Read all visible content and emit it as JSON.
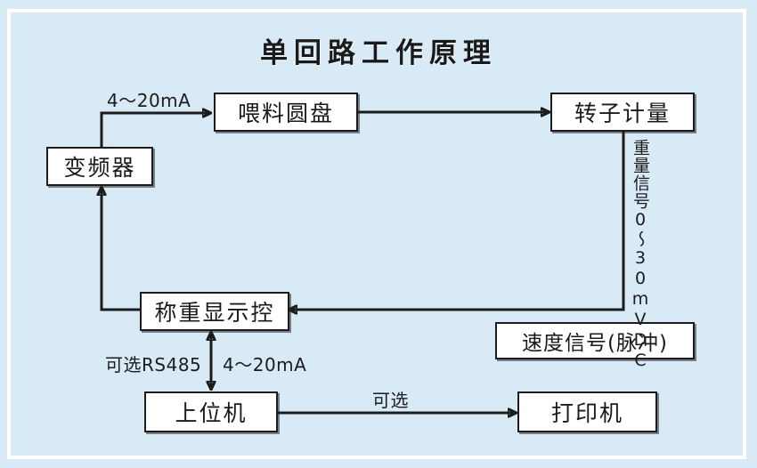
{
  "title": "单回路工作原理",
  "theme": {
    "background": "#d9eaf7",
    "frame": "#ffffff",
    "box_fill": "#ffffff",
    "stroke": "#1c1c1c"
  },
  "boxes": [
    {
      "id": "inverter",
      "label": "变频器"
    },
    {
      "id": "feed-disc",
      "label": "喂料圆盘"
    },
    {
      "id": "rotor-meter",
      "label": "转子计量"
    },
    {
      "id": "weigh-display",
      "label": "称重显示控"
    },
    {
      "id": "speed-signal",
      "label": "速度信号(脉冲)"
    },
    {
      "id": "host-computer",
      "label": "上位机"
    },
    {
      "id": "printer",
      "label": "打印机"
    }
  ],
  "labels": {
    "inverter_to_feed": "4～20mA",
    "weight_signal": "重量信号0～30mVDC",
    "rs485": "可选RS485",
    "current_loop": "4～20mA",
    "printer_optional": "可选"
  }
}
